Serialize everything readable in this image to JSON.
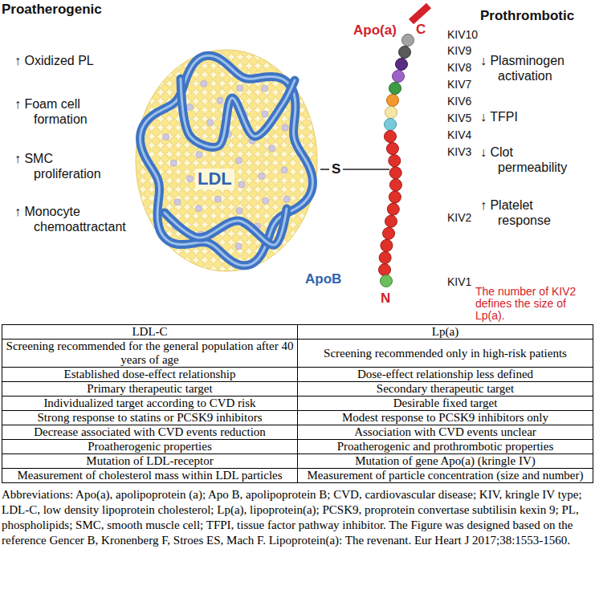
{
  "diagram": {
    "nodes": [
      {
        "text": [
          "LDL"
        ]
      }
    ],
    "labels": [
      "Proatherogenic",
      "↑ Oxidized PL",
      "↑ Foam cell formation",
      "↑ SMC proliferation",
      "↑ Monocyte chemoattractant",
      "Apo(a)",
      "C",
      "Prothrombotic",
      "KIV10",
      "KIV9",
      "KIV8",
      "KIV7",
      "KIV6",
      "KIV5",
      "KIV4",
      "KIV3",
      "KIV2",
      "KIV1",
      "↓ Plasminogen activation",
      "↓ TFPI",
      "↓ Clot permeability",
      "↑ Platelet response",
      "S",
      "ApoB",
      "N",
      "The number of KIV2 defines the size of Lp(a).",
      "LDL-C",
      "Lp(a)",
      "Screening recommended for the general population after 40 years of age",
      "Screening recommended only in high-risk patients",
      "Established dose-effect relationship",
      "Dose-effect relationship less defined",
      "Primary therapeutic target",
      "Secondary therapeutic target",
      "Individualized target according to CVD risk",
      "Desirable fixed target",
      "Strong response to statins or PCSK9 inhibitors",
      "Modest response to PCSK9 inhibitors only",
      "Decrease associated with CVD events reduction",
      "Association with CVD events unclear",
      "Proatherogenic properties",
      "Proatherogenic and prothrombotic properties",
      "Mutation of LDL-receptor",
      "Mutation of gene Apo(a) (kringle IV)",
      "Measurement of cholesterol mass within LDL particles",
      "Measurement of particle concentration (size and number)"
    ],
    "caption": "Abbreviations: Apo(a), apolipoprotein (a); Apo B, apolipoprotein B; CVD, cardiovascular disease; KIV, kringle IV type; LDL-C, low density lipoprotein cholesterol; Lp(a), lipoprotein(a); PCSK9, proprotein convertase subtilisin kexin 9; PL, phospholipids; SMC, smooth muscle cell; TFPI, tissue factor pathway inhibitor. The Figure was designed based on the reference Gencer B, Kronenberg F, Stroes ES, Mach F. Lipoprotein(a): The revenant. Eur Heart J 2017;38:1553-1560."
  }
}
